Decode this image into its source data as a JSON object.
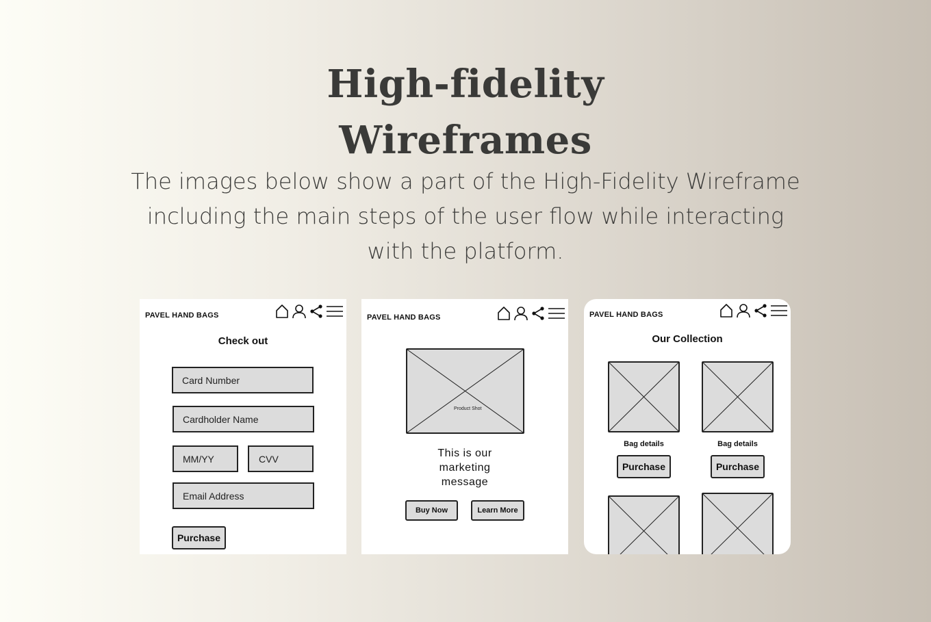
{
  "heading": {
    "line1": "High-fidelity",
    "line2": "Wireframes"
  },
  "description": "The images below show a part of the High-Fidelity Wireframe including the main steps of the user flow while interacting with the platform.",
  "screens": {
    "checkout": {
      "brand": "PAVEL HAND BAGS",
      "title": "Check out",
      "card_number": "Card Number",
      "cardholder_name": "Cardholder Name",
      "expiry": "MM/YY",
      "cvv": "CVV",
      "email": "Email Address",
      "purchase_label": "Purchase"
    },
    "home": {
      "brand": "PAVEL HAND BAGS",
      "product_shot_label": "Product Shot",
      "marketing_line1": "This is our",
      "marketing_line2": "marketing",
      "marketing_line3": "message",
      "buy_now_label": "Buy Now",
      "learn_more_label": "Learn More"
    },
    "collection": {
      "brand": "PAVEL HAND BAGS",
      "title": "Our Collection",
      "items": [
        {
          "caption": "Bag details",
          "purchase_label": "Purchase"
        },
        {
          "caption": "Bag details",
          "purchase_label": "Purchase"
        }
      ]
    }
  },
  "icons": [
    "home-icon",
    "user-icon",
    "share-icon",
    "menu-icon"
  ],
  "colors": {
    "placeholder_fill": "#dcdcdc",
    "text_dark": "#3a3a38",
    "stroke": "#222222"
  }
}
